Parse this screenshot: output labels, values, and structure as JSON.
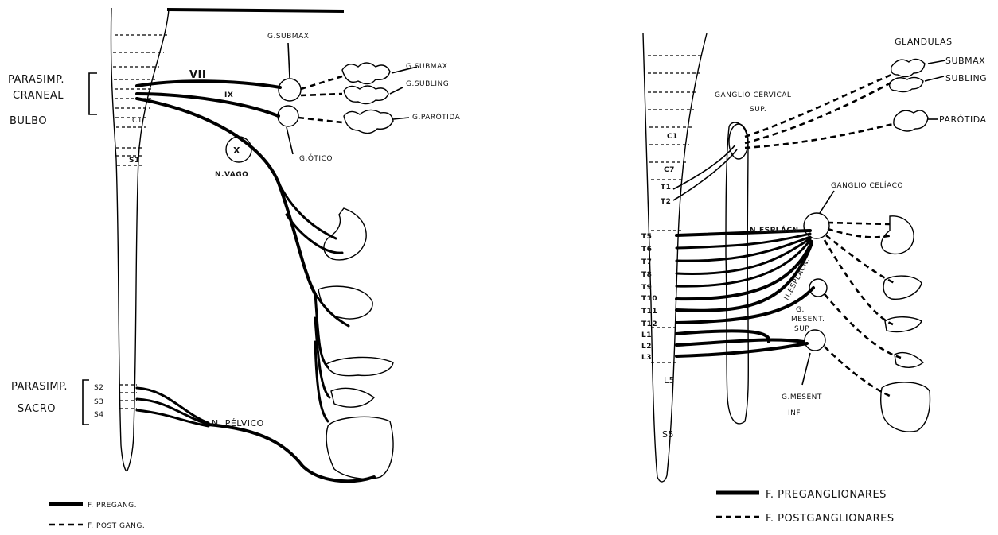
{
  "left": {
    "labels": {
      "parasimp_craneal_1": "PARASIMP.",
      "parasimp_craneal_2": "CRANEAL",
      "parasimp_craneal_3": "BULBO",
      "c1": "C1",
      "s1": "S1",
      "vii": "VII",
      "ix": "IX",
      "x": "X",
      "g_submax_top": "G.SUBMAX",
      "g_submax": "G.SUBMAX",
      "g_subling": "G.SUBLING.",
      "g_parotida": "G.PARÓTIDA",
      "g_otico": "G.ÓTICO",
      "n_vago": "N.VAGO",
      "parasimp_sacro_1": "PARASIMP.",
      "parasimp_sacro_2": "SACRO",
      "s2": "S2",
      "s3": "S3",
      "s4": "S4",
      "n_pelvico": "N. PÉLVICO"
    },
    "legend": {
      "pre": "F. PREGANG.",
      "post": "F. POST GANG."
    }
  },
  "right": {
    "labels": {
      "glandulas": "GLÁNDULAS",
      "submax": "SUBMAX",
      "subling": "SUBLING",
      "parotida": "PARÓTIDA",
      "ganglio_cervical_1": "GANGLIO CERVICAL",
      "ganglio_cervical_2": "SUP.",
      "c1": "C1",
      "c7": "C7",
      "t1": "T1",
      "t2": "T2",
      "ganglio_celiaco": "GANGLIO CELÍACO",
      "n_esplacn_top": "N.ESPLÁCN",
      "n_esplacn_diag": "N.ESPLÁCN.",
      "g_mesent_sup_1": "G.",
      "g_mesent_sup_2": "MESENT.",
      "g_mesent_sup_3": "SUP",
      "g_mesent_inf_1": "G.MESENT",
      "g_mesent_inf_2": "INF",
      "l5": "L5",
      "s5": "S5",
      "segments": [
        "T5",
        "T6",
        "T7",
        "T8",
        "T9",
        "T10",
        "T11",
        "T12",
        "L1",
        "L2",
        "L3"
      ]
    },
    "legend": {
      "pre": "F. PREGANGLIONARES",
      "post": "F. POSTGANGLIONARES"
    }
  }
}
